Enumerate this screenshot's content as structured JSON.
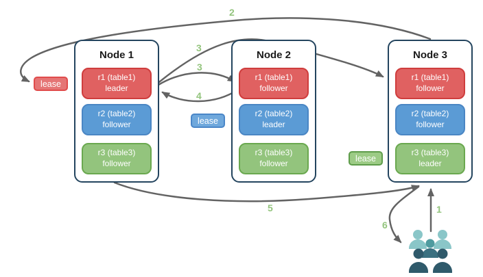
{
  "colors": {
    "red_fill": "#e06161",
    "red_border": "#cf3d3d",
    "blue_fill": "#5b9bd5",
    "blue_border": "#4a86c4",
    "green_fill": "#93c47d",
    "green_border": "#6aa84f",
    "lease_red_fill": "#e57575",
    "lease_red_border": "#e04b4b",
    "lease_blue_fill": "#6fa8dc",
    "lease_blue_border": "#4a86c8",
    "lease_green_fill": "#9ccb85",
    "lease_green_border": "#5e9c4a",
    "node_border": "#23445e",
    "arrow": "#636363",
    "step_label": "#93c47d",
    "users_light": "#8ac6c8",
    "users_mid": "#4f9b9f",
    "users_mid_body": "#3a7080",
    "users_dark": "#2f5a6b"
  },
  "nodes": [
    {
      "title": "Node 1",
      "replicas": [
        {
          "name": "r1 (table1)",
          "role": "leader",
          "color": "red"
        },
        {
          "name": "r2 (table2)",
          "role": "follower",
          "color": "blue"
        },
        {
          "name": "r3 (table3)",
          "role": "follower",
          "color": "green"
        }
      ]
    },
    {
      "title": "Node 2",
      "replicas": [
        {
          "name": "r1 (table1)",
          "role": "follower",
          "color": "red"
        },
        {
          "name": "r2 (table2)",
          "role": "leader",
          "color": "blue"
        },
        {
          "name": "r3 (table3)",
          "role": "follower",
          "color": "green"
        }
      ]
    },
    {
      "title": "Node 3",
      "replicas": [
        {
          "name": "r1 (table1)",
          "role": "follower",
          "color": "red"
        },
        {
          "name": "r2 (table2)",
          "role": "follower",
          "color": "blue"
        },
        {
          "name": "r3 (table3)",
          "role": "leader",
          "color": "green"
        }
      ]
    }
  ],
  "leases": [
    {
      "label": "lease",
      "color": "red"
    },
    {
      "label": "lease",
      "color": "blue"
    },
    {
      "label": "lease",
      "color": "green"
    }
  ],
  "steps": {
    "step1": "1",
    "step2": "2",
    "step3a": "3",
    "step3b": "3",
    "step4": "4",
    "step5": "5",
    "step6": "6"
  }
}
